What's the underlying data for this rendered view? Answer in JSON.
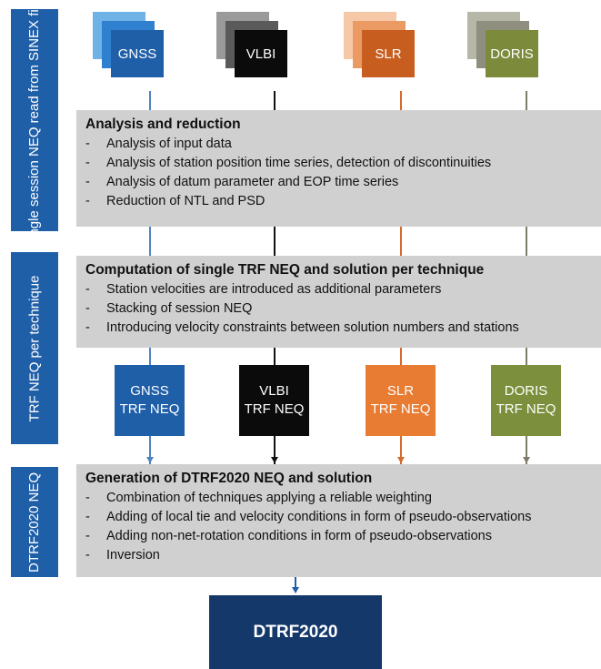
{
  "side_labels": {
    "session": "Single session NEQ read from SINEX files",
    "trf": "TRF NEQ per technique",
    "dtrf": "DTRF2020 NEQ"
  },
  "techniques": [
    {
      "name": "GNSS",
      "trf_line1": "GNSS",
      "trf_line2": "TRF NEQ",
      "colors": [
        "#6eb2e6",
        "#2f80cf",
        "#1f5fa8"
      ],
      "line": "#4f83c0"
    },
    {
      "name": "VLBI",
      "trf_line1": "VLBI",
      "trf_line2": "TRF NEQ",
      "colors": [
        "#9a9a9a",
        "#5a5a5a",
        "#0b0b0b"
      ],
      "line": "#111111"
    },
    {
      "name": "SLR",
      "trf_line1": "SLR",
      "trf_line2": "TRF NEQ",
      "colors": [
        "#f6c8a8",
        "#ea9a62",
        "#c75d1e"
      ],
      "line": "#d56a2b"
    },
    {
      "name": "DORIS",
      "trf_line1": "DORIS",
      "trf_line2": "TRF NEQ",
      "colors": [
        "#b7b7a7",
        "#8f8f7f",
        "#7c8a3b"
      ],
      "line": "#7f7b69"
    }
  ],
  "trf_box_colors": [
    "#1f5fa8",
    "#0b0b0b",
    "#e87c33",
    "#7c8f3c"
  ],
  "analysis": {
    "title": "Analysis and reduction",
    "items": [
      "Analysis of input data",
      "Analysis of station position time series, detection of discontinuities",
      "Analysis of datum parameter and EOP time series",
      "Reduction of NTL and PSD"
    ]
  },
  "computation": {
    "title": "Computation of single TRF NEQ and solution per technique",
    "items": [
      "Station velocities are introduced as additional parameters",
      "Stacking of session NEQ",
      "Introducing velocity constraints between solution numbers and stations"
    ]
  },
  "generation": {
    "title": "Generation of DTRF2020 NEQ and solution",
    "items": [
      "Combination of techniques applying a reliable weighting",
      "Adding of local tie and velocity conditions in form of pseudo-observations",
      "Adding non-net-rotation conditions in form of pseudo-observations",
      "Inversion"
    ]
  },
  "final": {
    "label": "DTRF2020"
  }
}
